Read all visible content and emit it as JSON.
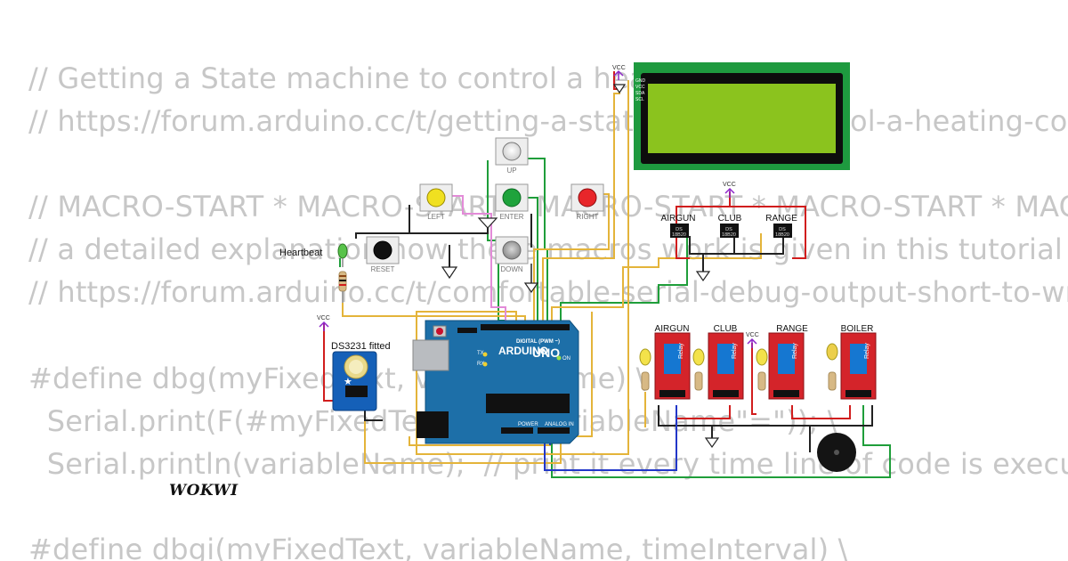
{
  "code_lines": [
    "// Getting a State machine to control a heati",
    "// https://forum.arduino.cc/t/getting-a-state-m",
    "ol-a-heating-co",
    "// MACRO-START * MACRO-START * MACRO-START * MACRO-START * MACR",
    "// a detailed explanation how these macros work is given in this tutorial",
    "// https://forum.arduino.cc/t/comfortable-serial-debug-output-short-to-write",
    "#define dbg(myFixedText, variableName) \\",
    "  Serial.print(F(#myFixedText \" \"  #variableName\"=\")); \\",
    "  Serial.println(variableName);  // print it every time line of code is executed",
    "#define dbgi(myFixedText, variableName, timeInterval) \\"
  ],
  "buttons": {
    "up": "UP",
    "left": "LEFT",
    "enter": "ENTER",
    "right": "RIGHT",
    "down": "DOWN",
    "reset": "RESET"
  },
  "heartbeat_label": "Heartbeat",
  "vcc_label": "VCC",
  "rtc_title": "DS3231 fitted",
  "sensors": {
    "labels": [
      "AIRGUN",
      "CLUB",
      "RANGE"
    ],
    "chip_top": "DS",
    "chip_bottom": "18B20"
  },
  "relays": {
    "labels": [
      "AIRGUN",
      "CLUB",
      "RANGE",
      "BOILER"
    ],
    "module_text": "Relay"
  },
  "lcd_pins": [
    "GND",
    "VCC",
    "SDA",
    "SCL"
  ],
  "arduino": {
    "brand": "ARDUINO",
    "model": "UNO",
    "digital_label": "DIGITAL (PWM ~)",
    "power_label": "POWER",
    "analog_label": "ANALOG IN",
    "tx": "TX",
    "rx": "RX",
    "on": "ON"
  },
  "logo": "WOKWI",
  "colors": {
    "code_text": "#c7c7c7",
    "wire_green": "#1f9e3a",
    "wire_yellow": "#e4b43a",
    "wire_red": "#d11d1d",
    "wire_black": "#222222",
    "wire_pink": "#e38bd8",
    "wire_blue": "#2237c9",
    "arduino_blue": "#1d6fa8",
    "lcd_green": "#1e9a3f",
    "lcd_screen": "#8bc31e",
    "relay_red": "#d4242a",
    "rtc_blue": "#1560b8",
    "vcc_purple": "#8d27c9"
  }
}
